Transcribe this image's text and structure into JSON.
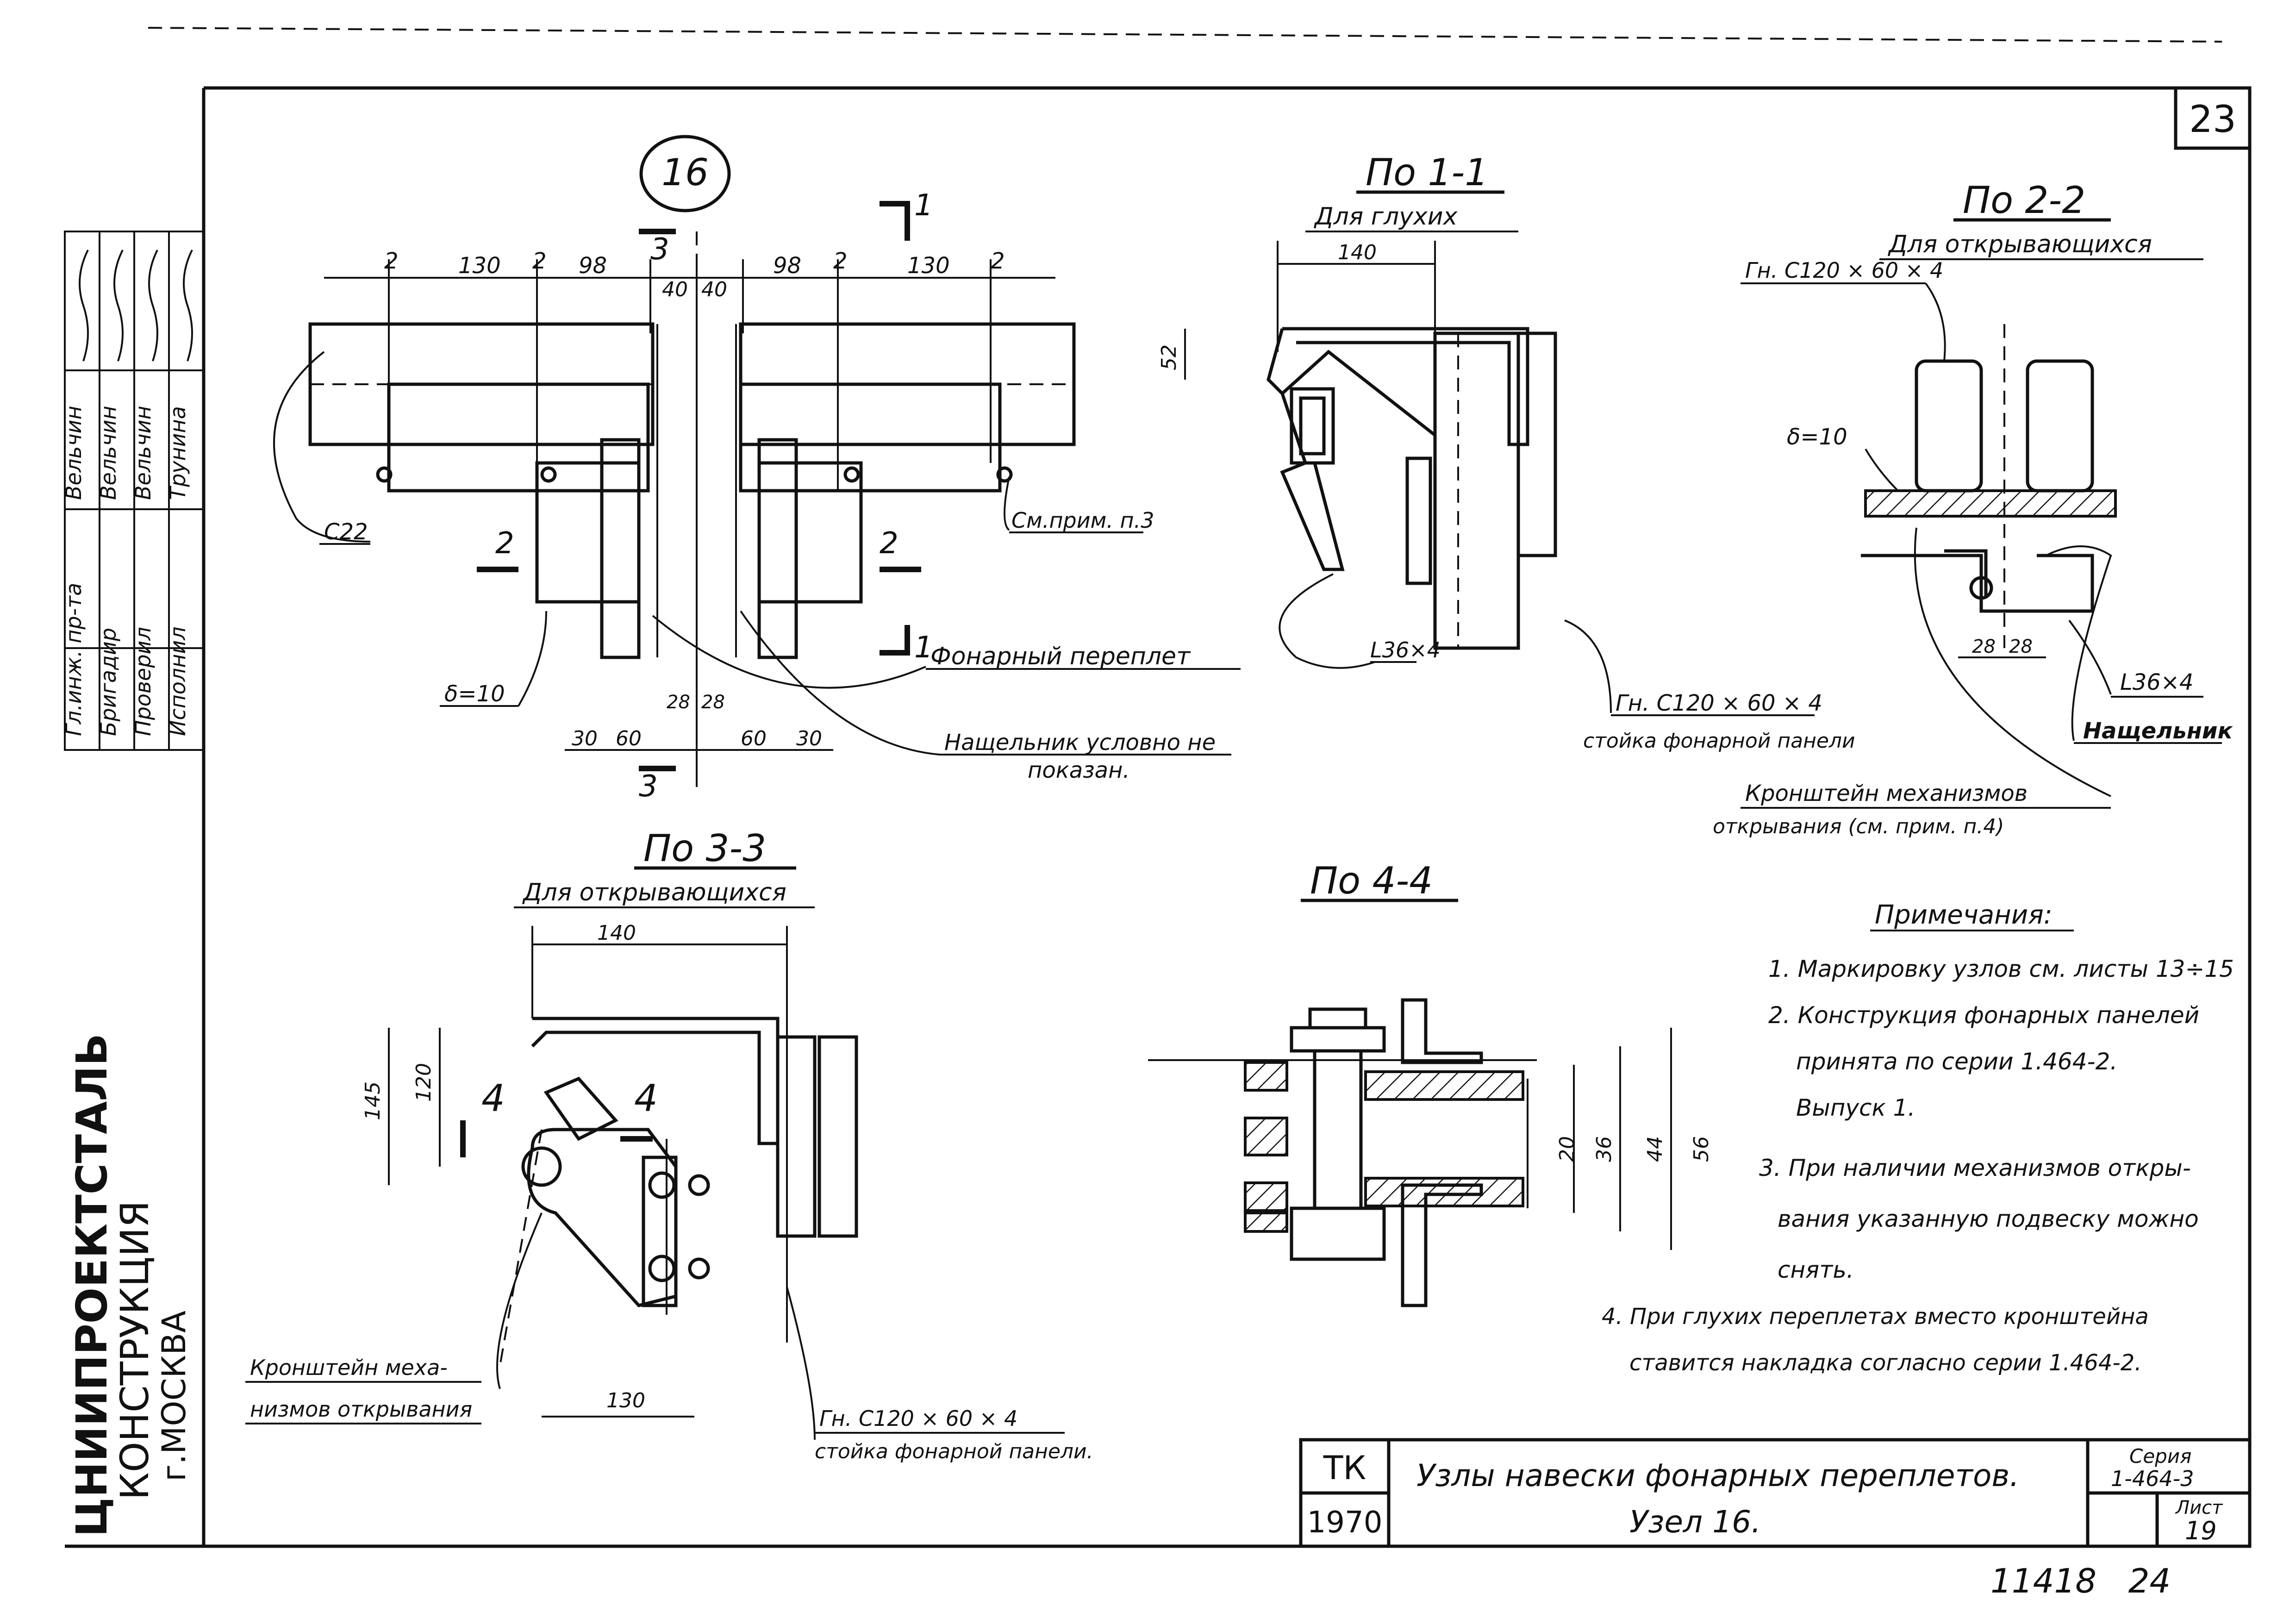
{
  "sheet": {
    "sheet_number": "23",
    "node_number": "16",
    "organization_lines": [
      "ЦНИИПРОЕКТСТАЛЬ",
      "КОНСТРУКЦИЯ",
      "г.МОСКВА"
    ],
    "stamp": {
      "code": "ТК",
      "year": "1970"
    },
    "title_line1": "Узлы навески фонарных переплетов.",
    "title_line2": "Узел 16.",
    "series_label": "Серия",
    "series_value": "1-464-3",
    "list_label": "Лист",
    "list_value": "19",
    "bottom_numbers": "11418   24"
  },
  "side_stamp": {
    "roles": [
      "Исполнил",
      "Проверил",
      "Бригадир",
      "Гл.инж. пр-та"
    ],
    "names": [
      "Трунина",
      "Вельчин",
      "Вельчин",
      "Вельчин"
    ]
  },
  "main_view": {
    "section_marks": [
      "1",
      "1",
      "2",
      "2",
      "3",
      "3"
    ],
    "top_dims": [
      "2",
      "130",
      "2",
      "98",
      "40",
      "40",
      "98",
      "2",
      "130",
      "2"
    ],
    "bottom_dims": [
      "30",
      "60",
      "28",
      "28",
      "60",
      "30"
    ],
    "labels": {
      "c22": "С22",
      "note_ref": "См.прим. п.3",
      "thickness": "δ=10",
      "lantern_frame": "Фонарный переплет",
      "flashing_1": "Нащельник условно не",
      "flashing_2": "показан."
    }
  },
  "view_1_1": {
    "title": "По 1-1",
    "subtitle": "Для глухих",
    "dims": [
      "140",
      "52"
    ],
    "angle_label": "L36×4",
    "post_label_1": "Гн. С120 × 60 × 4",
    "post_label_2": "стойка фонарной панели"
  },
  "view_2_2": {
    "title": "По 2-2",
    "subtitle": "Для открывающихся",
    "channel_label": "Гн. С120 × 60 × 4",
    "thickness": "δ=10",
    "dims": [
      "28",
      "28"
    ],
    "angle_label": "L36×4",
    "flashing_label": "Нащельник",
    "bracket_label_1": "Кронштейн механизмов",
    "bracket_label_2": "открывания (см. прим. п.4)"
  },
  "view_3_3": {
    "title": "По 3-3",
    "subtitle": "Для открывающихся",
    "dims": [
      "140",
      "120",
      "145",
      "130"
    ],
    "section_marks": [
      "4",
      "4"
    ],
    "bracket_label_1": "Кронштейн меха-",
    "bracket_label_2": "низмов открывания",
    "post_label_1": "Гн. С120 × 60 × 4",
    "post_label_2": "стойка фонарной панели."
  },
  "view_4_4": {
    "title": "По 4-4",
    "dims": [
      "20",
      "36",
      "44",
      "56"
    ]
  },
  "notes": {
    "heading": "Примечания:",
    "lines": [
      "1. Маркировку узлов см. листы 13÷15",
      "2. Конструкция фонарных панелей",
      "принята по серии 1.464-2.",
      "Выпуск 1.",
      "3. При наличии механизмов откры-",
      "вания указанную подвеску можно",
      "снять.",
      "4. При глухих переплетах вместо кронштейна",
      "ставится накладка согласно серии 1.464-2."
    ]
  }
}
